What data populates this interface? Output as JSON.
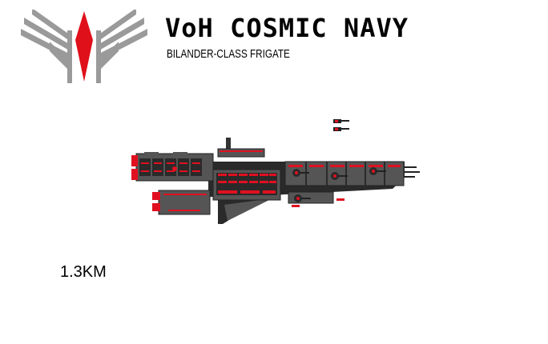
{
  "header": {
    "title": "VoH COSMIC NAVY",
    "subtitle": "BILANDER-CLASS FRIGATE"
  },
  "emblem": {
    "icon": "winged-red-diamond-icon"
  },
  "ship": {
    "icon": "frigate-side-profile"
  },
  "scale_label": "1.3KM",
  "colors": {
    "background": "#ffffff",
    "hull": "#555555",
    "hull_dark": "#2b2b2b",
    "accent": "#e01020",
    "emblem_grey": "#999999"
  }
}
